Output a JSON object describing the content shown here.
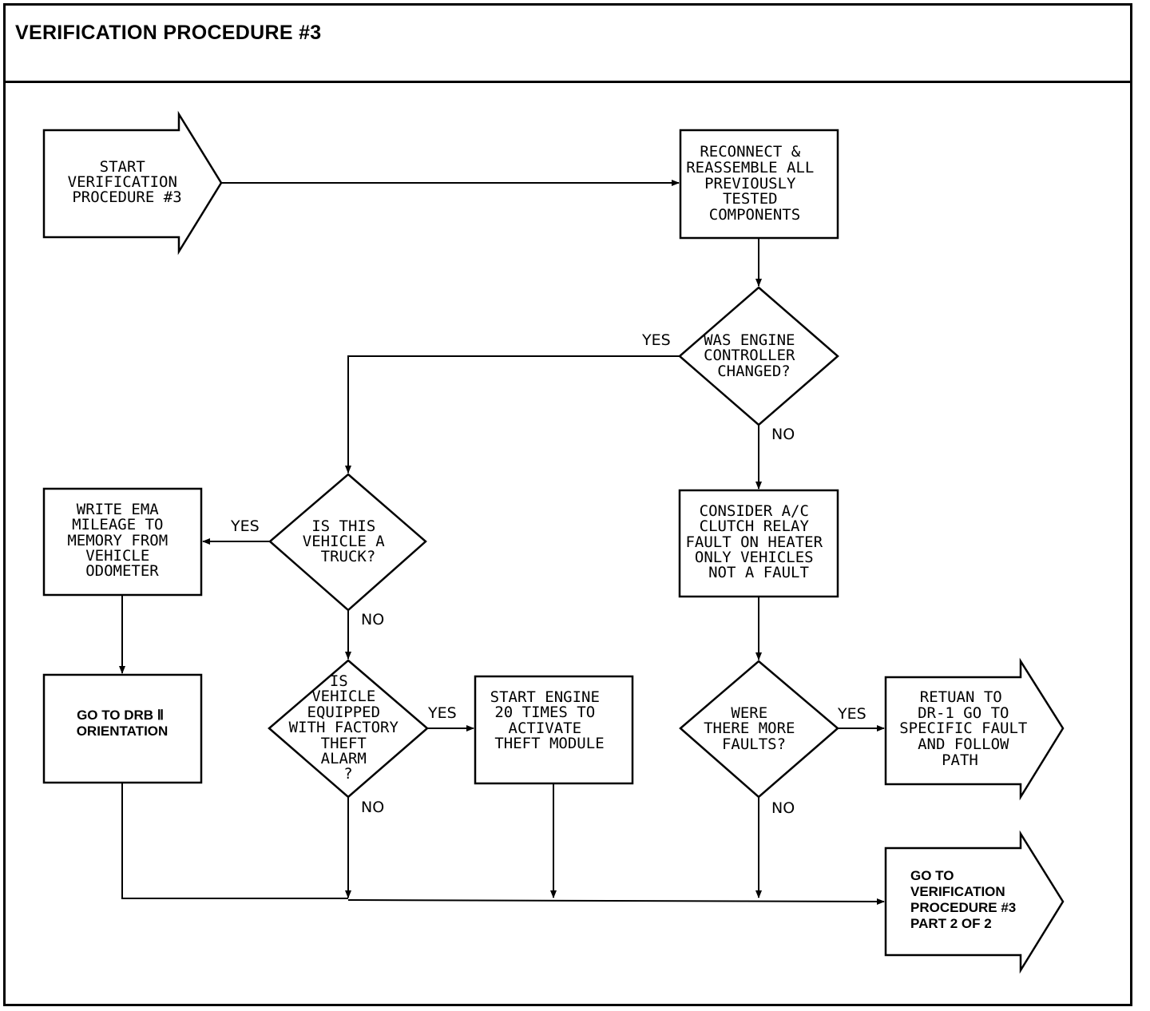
{
  "title": "VERIFICATION PROCEDURE #3",
  "nodes": {
    "start": [
      "START",
      "VERIFICATION",
      "PROCEDURE #3"
    ],
    "reconnect": [
      "RECONNECT &",
      "REASSEMBLE ALL",
      "PREVIOUSLY",
      "TESTED",
      "COMPONENTS"
    ],
    "engine_changed": [
      "WAS ENGINE",
      "CONTROLLER",
      "CHANGED?"
    ],
    "is_truck": [
      "IS THIS",
      "VEHICLE A",
      "TRUCK?"
    ],
    "write_ema": [
      "WRITE EMA",
      "MILEAGE TO",
      "MEMORY FROM",
      "VEHICLE",
      "ODOMETER"
    ],
    "consider_ac": [
      "CONSIDER A/C",
      "CLUTCH RELAY",
      "FAULT ON HEATER",
      "ONLY VEHICLES",
      "NOT A FAULT"
    ],
    "drb": [
      "GO TO DRB Ⅱ",
      "ORIENTATION"
    ],
    "theft_alarm": [
      "IS",
      "VEHICLE",
      "EQUIPPED",
      "WITH FACTORY",
      "THEFT",
      "ALARM",
      "?"
    ],
    "start_engine": [
      "START ENGINE",
      "20 TIMES TO",
      "ACTIVATE",
      "THEFT MODULE"
    ],
    "more_faults": [
      "WERE",
      "THERE MORE",
      "FAULTS?"
    ],
    "return_dr1": [
      "RETUAN TO",
      "DR-1 GO TO",
      "SPECIFIC FAULT",
      "AND FOLLOW",
      "PATH"
    ],
    "goto_part2": [
      "GO TO",
      "VERIFICATION",
      "PROCEDURE #3",
      "PART 2 OF 2"
    ]
  },
  "branch_labels": {
    "yes": "YES",
    "no": "NO"
  }
}
